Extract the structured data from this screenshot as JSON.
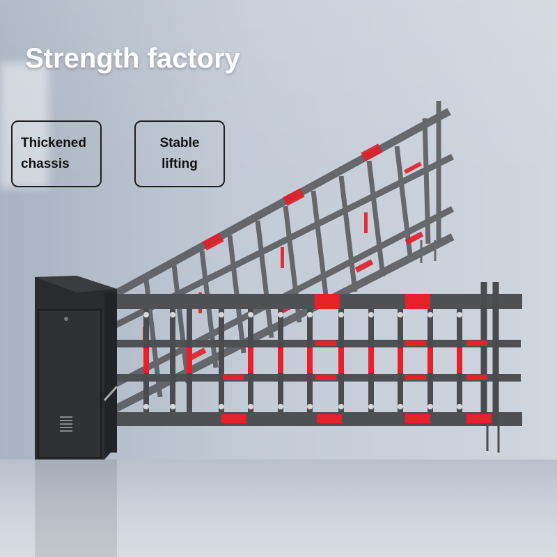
{
  "headline": "Strength factory",
  "features": [
    {
      "line1": "Thickened",
      "line2": "chassis"
    },
    {
      "line1": "Stable",
      "line2": "lifting"
    }
  ],
  "colors": {
    "frame": "#4a4b4e",
    "cabinet": "#2b2c2f",
    "reflector": "#e8202a",
    "text": "#ffffff"
  }
}
